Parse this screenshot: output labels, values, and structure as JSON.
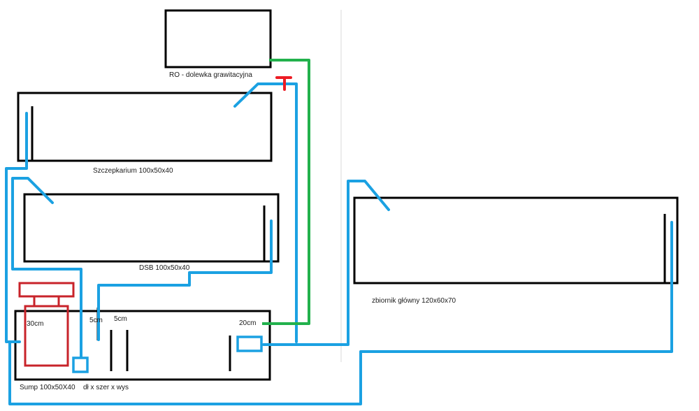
{
  "tanks": {
    "ro": "RO - dolewka grawitacyjna",
    "szczepkarium": "Szczepkarium 100x50x40",
    "dsb": "DSB 100x50x40",
    "main": "zbiornik główny 120x60x70",
    "sump": "Sump 100x50X40",
    "dims_note": "dł x szer x wys"
  },
  "measurements": {
    "m30": "30cm",
    "m5a": "5cm",
    "m5b": "5cm",
    "m20": "20cm"
  },
  "colors": {
    "tank_outline": "#000000",
    "water_pipe": "#1ba1e2",
    "ro_line": "#22b14c",
    "valve": "#ed1c24",
    "skimmer": "#c8232a"
  }
}
